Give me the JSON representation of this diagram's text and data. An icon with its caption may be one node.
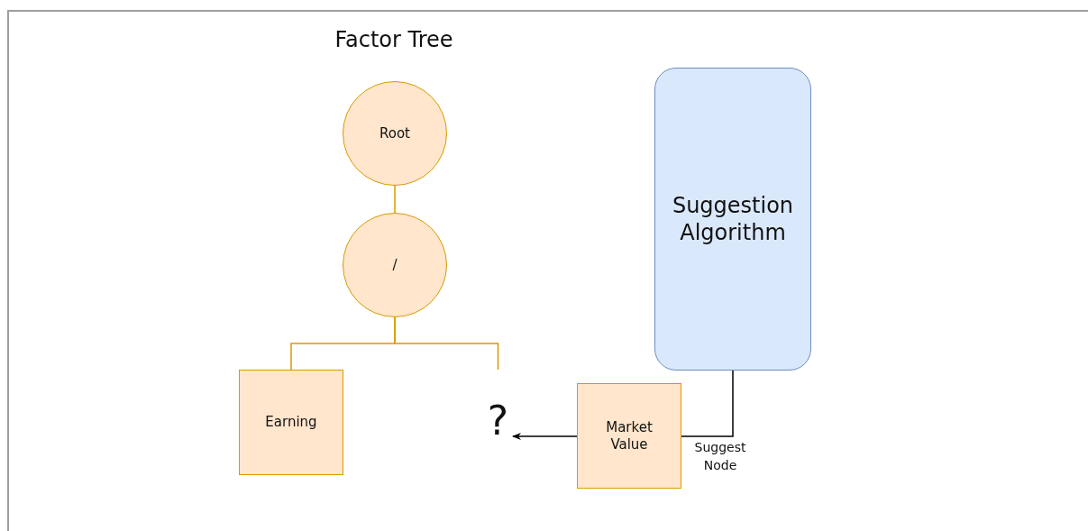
{
  "diagram": {
    "title": "Factor Tree",
    "nodes": [
      {
        "text": [
          "Root"
        ]
      },
      {
        "text": [
          "/"
        ]
      },
      {
        "text": [
          "Earning"
        ]
      },
      {
        "text": [
          "?"
        ]
      },
      {
        "text": [
          "Market Value"
        ]
      },
      {
        "text": [
          "Suggestion Algorithm"
        ]
      }
    ],
    "edges": [
      {
        "from": 0,
        "to": 1,
        "arrow": "none"
      },
      {
        "from": 1,
        "to": 2,
        "arrow": "none"
      },
      {
        "from": 1,
        "to": 3,
        "arrow": "none"
      },
      {
        "from": 4,
        "to": 3,
        "arrow": "to",
        "color": "#000000"
      },
      {
        "from": 5,
        "to": 4,
        "arrow": "none",
        "label": "Suggest Node",
        "color": "#000000"
      }
    ]
  }
}
